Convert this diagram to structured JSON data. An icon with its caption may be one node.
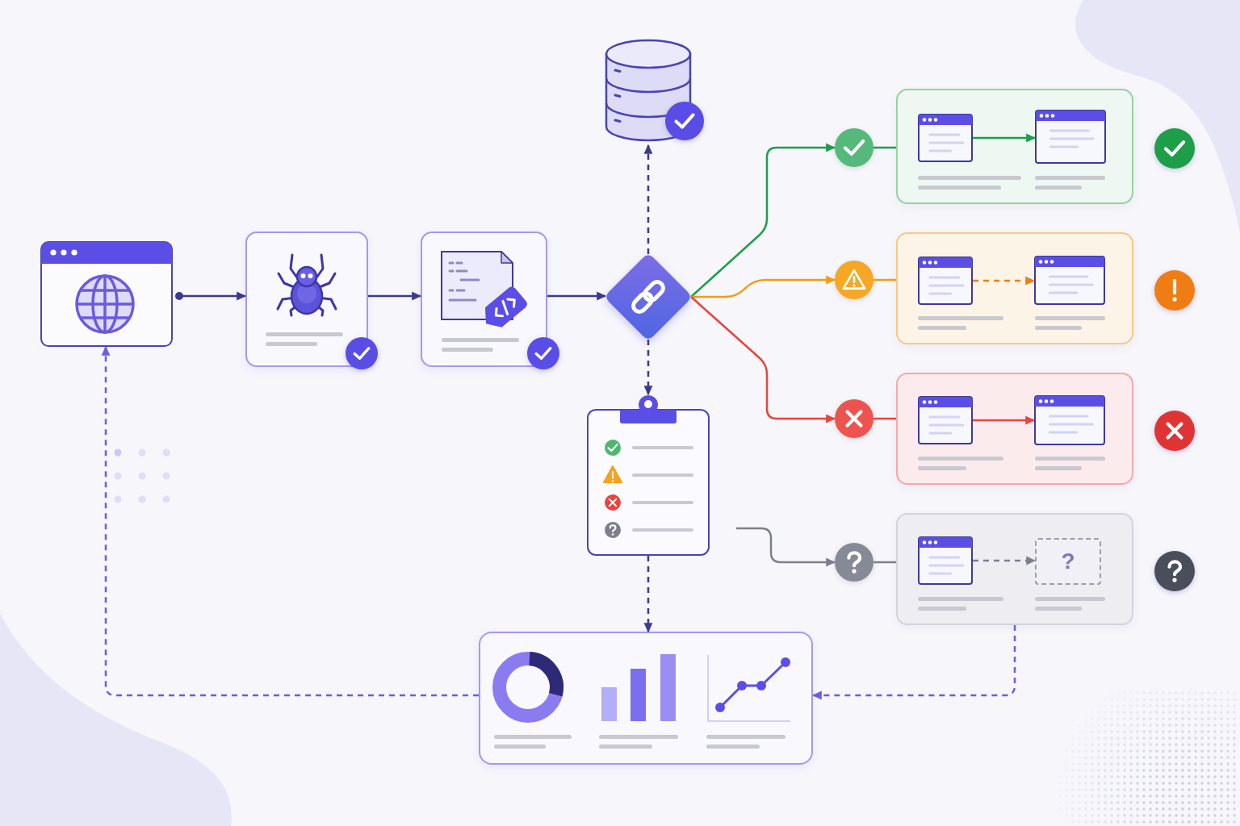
{
  "diagram": {
    "nodes": [
      {
        "text": [],
        "shape": "picture"
      },
      {
        "text": [],
        "shape": "picture"
      },
      {
        "text": [],
        "shape": "picture"
      },
      {
        "text": [],
        "shape": "diamond"
      },
      {
        "text": [],
        "shape": "cylinder"
      },
      {
        "text": [],
        "shape": "picture"
      },
      {
        "text": [],
        "shape": "picture"
      },
      {
        "text": [],
        "shape": "circle"
      },
      {
        "text": [],
        "shape": "box"
      },
      {
        "text": [],
        "shape": "picture",
        "in": 8
      },
      {
        "text": [],
        "shape": "picture",
        "in": 8
      },
      {
        "text": [],
        "shape": "circle"
      },
      {
        "text": [],
        "shape": "box"
      },
      {
        "text": [],
        "shape": "picture",
        "in": 12
      },
      {
        "text": [],
        "shape": "picture",
        "in": 12
      },
      {
        "text": [],
        "shape": "circle"
      },
      {
        "text": [],
        "shape": "box"
      },
      {
        "text": [],
        "shape": "picture",
        "in": 16
      },
      {
        "text": [],
        "shape": "picture",
        "in": 16
      },
      {
        "text": [],
        "shape": "circle"
      },
      {
        "text": [],
        "shape": "box"
      },
      {
        "text": [],
        "shape": "picture",
        "in": 20
      },
      {
        "text": [
          "?"
        ],
        "in": 20
      }
    ],
    "edges": [
      {
        "from": 0,
        "to": 1,
        "arrow": "to"
      },
      {
        "from": 1,
        "to": 2,
        "arrow": "to"
      },
      {
        "from": 2,
        "to": 3,
        "arrow": "to"
      },
      {
        "from": 3,
        "to": 4,
        "arrow": "to",
        "style": "dashed"
      },
      {
        "from": 3,
        "to": 5,
        "arrow": "to",
        "style": "dashed"
      },
      {
        "from": 5,
        "to": 6,
        "arrow": "to",
        "style": "dashed"
      },
      {
        "from": 3,
        "to": 7,
        "arrow": "to",
        "color": "#1f9e4a"
      },
      {
        "from": 7,
        "to": 8,
        "arrow": "none",
        "color": "#1f9e4a"
      },
      {
        "from": 9,
        "to": 10,
        "arrow": "to",
        "color": "#1f9e4a"
      },
      {
        "from": 3,
        "to": 11,
        "arrow": "to",
        "color": "#f39c12"
      },
      {
        "from": 11,
        "to": 12,
        "arrow": "none",
        "color": "#f39c12"
      },
      {
        "from": 13,
        "to": 14,
        "arrow": "to",
        "color": "#f07d14",
        "style": "dashed"
      },
      {
        "from": 3,
        "to": 15,
        "arrow": "to",
        "color": "#e8453c"
      },
      {
        "from": 15,
        "to": 16,
        "arrow": "none",
        "color": "#e8453c"
      },
      {
        "from": 17,
        "to": 18,
        "arrow": "to",
        "color": "#e8453c"
      },
      {
        "from": null,
        "to": 19,
        "arrow": "to",
        "color": "#7d808c"
      },
      {
        "from": 19,
        "to": 20,
        "arrow": "none",
        "color": "#7d808c"
      },
      {
        "from": 21,
        "to": 22,
        "arrow": "to",
        "color": "#7d808c",
        "style": "dashed"
      },
      {
        "from": 20,
        "to": 6,
        "arrow": "to",
        "style": "dashed",
        "color": "#6b5ce7"
      },
      {
        "from": 6,
        "to": 0,
        "arrow": "to",
        "style": "dashed",
        "color": "#6b5ce7"
      }
    ]
  }
}
